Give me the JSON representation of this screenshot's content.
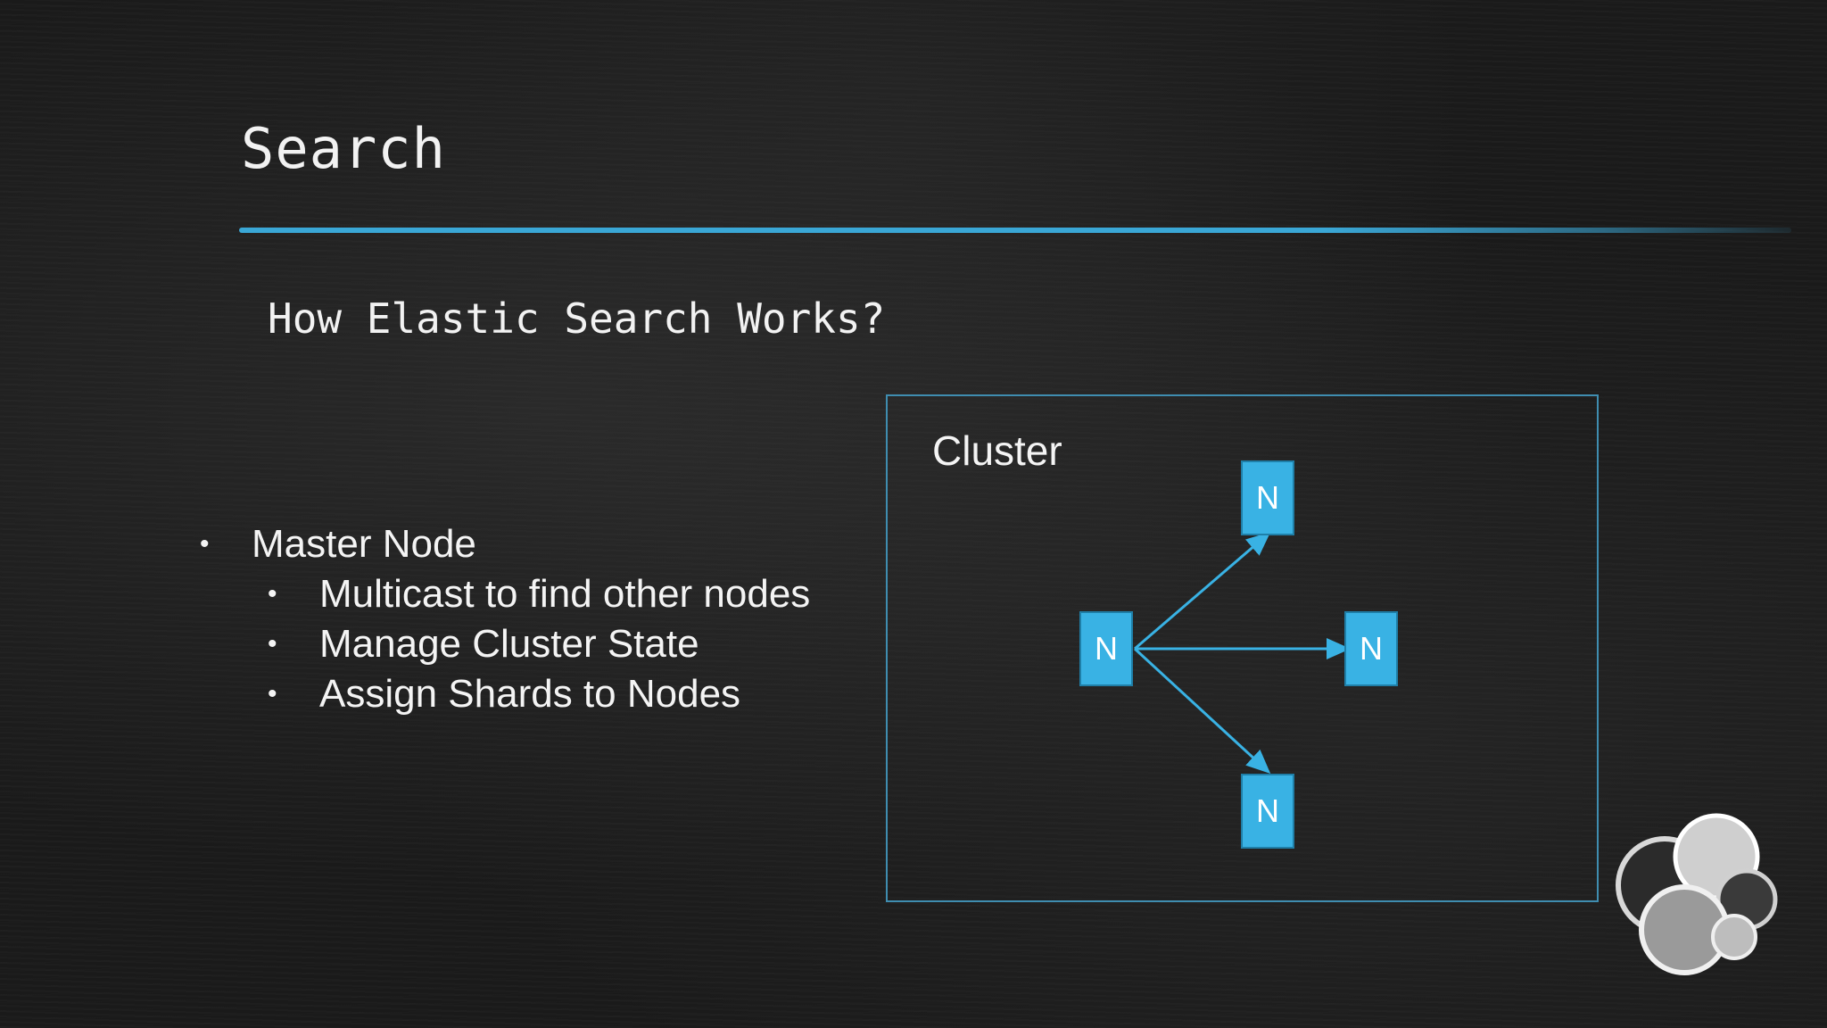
{
  "slide": {
    "title": "Search",
    "subtitle": "How Elastic Search Works?",
    "bullets": [
      {
        "level": 1,
        "text": "Master Node"
      },
      {
        "level": 2,
        "text": "Multicast to find other nodes"
      },
      {
        "level": 2,
        "text": "Manage Cluster State"
      },
      {
        "level": 2,
        "text": "Assign Shards to Nodes"
      }
    ],
    "bullet_glyph": "•"
  },
  "diagram": {
    "label": "Cluster",
    "nodes": [
      "N",
      "N",
      "N",
      "N"
    ],
    "colors": {
      "node": "#39b2e4",
      "border": "#3f8db0",
      "accent": "#3aa7d6"
    }
  },
  "logo": {
    "icon": "elasticsearch-logo-icon"
  }
}
